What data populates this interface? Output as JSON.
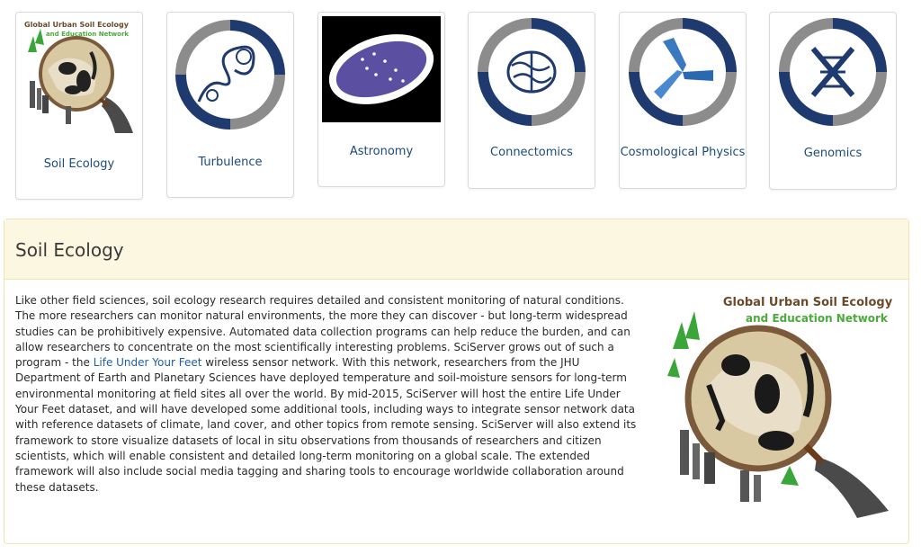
{
  "tiles": [
    {
      "label": "Soil Ecology",
      "icon": "soil-ecology-logo"
    },
    {
      "label": "Turbulence",
      "icon": "turbulence-icon"
    },
    {
      "label": "Astronomy",
      "icon": "galaxy-icon"
    },
    {
      "label": "Connectomics",
      "icon": "brain-icon"
    },
    {
      "label": "Cosmological Physics",
      "icon": "cosmic-web-icon"
    },
    {
      "label": "Genomics",
      "icon": "dna-icon"
    }
  ],
  "logo": {
    "line1": "Global Urban Soil Ecology",
    "line2": "and Education Network"
  },
  "panel": {
    "title": "Soil Ecology",
    "p1": "Like other field sciences, soil ecology research requires detailed and consistent monitoring of natural conditions. The more researchers can monitor natural environments, the more they can discover - but long-term widespread studies can be prohibitively expensive. Automated data collection programs can help reduce the burden, and can allow researchers to concentrate on the most scientifically interesting problems. SciServer grows out of such a program - the ",
    "link": "Life Under Your Feet",
    "p2": " wireless sensor network. With this network, researchers from the JHU Department of Earth and Planetary Sciences have deployed temperature and soil-moisture sensors for long-term environmental monitoring at field sites all over the world. By mid-2015, SciServer will host the entire Life Under Your Feet dataset, and will have developed some additional tools, including ways to integrate sensor network data with reference datasets of climate, land cover, and other topics from remote sensing. SciServer will also extend its framework to store visualize datasets of local in situ observations from thousands of researchers and citizen scientists, which will enable consistent and detailed long-term monitoring on a global scale. The extended framework will also include social media tagging and sharing tools to encourage worldwide collaboration around these datasets."
  },
  "colors": {
    "navy": "#1f3a6e",
    "gray": "#8c8c8c",
    "link": "#1a4a7a",
    "panel_bg": "#fcf7e1"
  }
}
